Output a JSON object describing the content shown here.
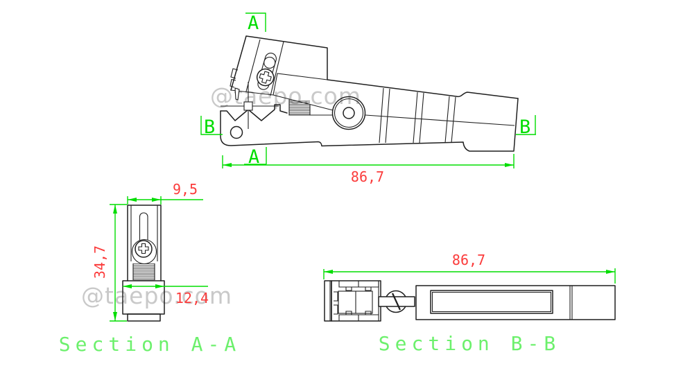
{
  "drawing": {
    "watermark": "@taepo.com",
    "colors": {
      "line": "#1f1f1f",
      "dimension_text_red": "#fb3b3b",
      "section_marker_green": "#00dd00",
      "section_title_green": "#6cf06c",
      "watermark_gray": "#c9c9c9",
      "background": "#ffffff"
    },
    "main_view": {
      "length_dim": "86,7",
      "marker_a_top": "A",
      "marker_a_bottom": "A",
      "marker_b_left": "B",
      "marker_b_right": "B"
    },
    "section_aa": {
      "title": "Section A-A",
      "top_width_dim": "9,5",
      "height_dim": "34,7",
      "body_width_dim": "12,4"
    },
    "section_bb": {
      "title": "Section B-B",
      "length_dim": "86,7"
    }
  }
}
